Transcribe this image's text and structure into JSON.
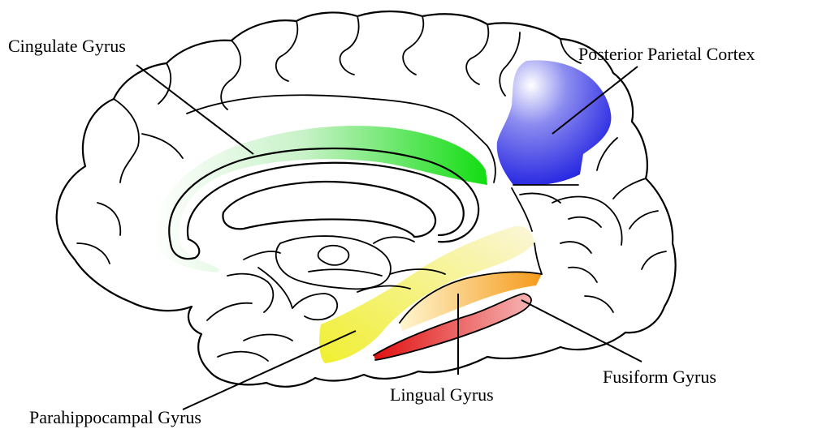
{
  "labels": {
    "cingulate": "Cingulate Gyrus",
    "parietal": "Posterior Parietal Cortex",
    "fusiform": "Fusiform Gyrus",
    "lingual": "Lingual Gyrus",
    "parahippocampal": "Parahippocampal Gyrus"
  },
  "region_colors": {
    "cingulate": "#22dd22",
    "parietal": "#2222dd",
    "parahippocampal": "#f2f24a",
    "lingual": "#f5a623",
    "fusiform": "#e82a2a"
  }
}
